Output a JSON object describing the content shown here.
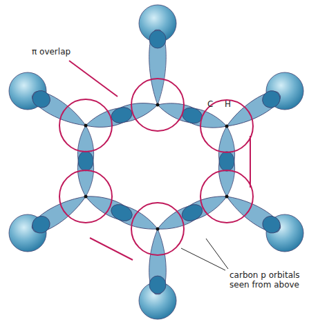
{
  "diagram": {
    "labels": [
      "π overlap",
      "C",
      "H",
      "carbon p orbitals seen from above"
    ]
  }
}
